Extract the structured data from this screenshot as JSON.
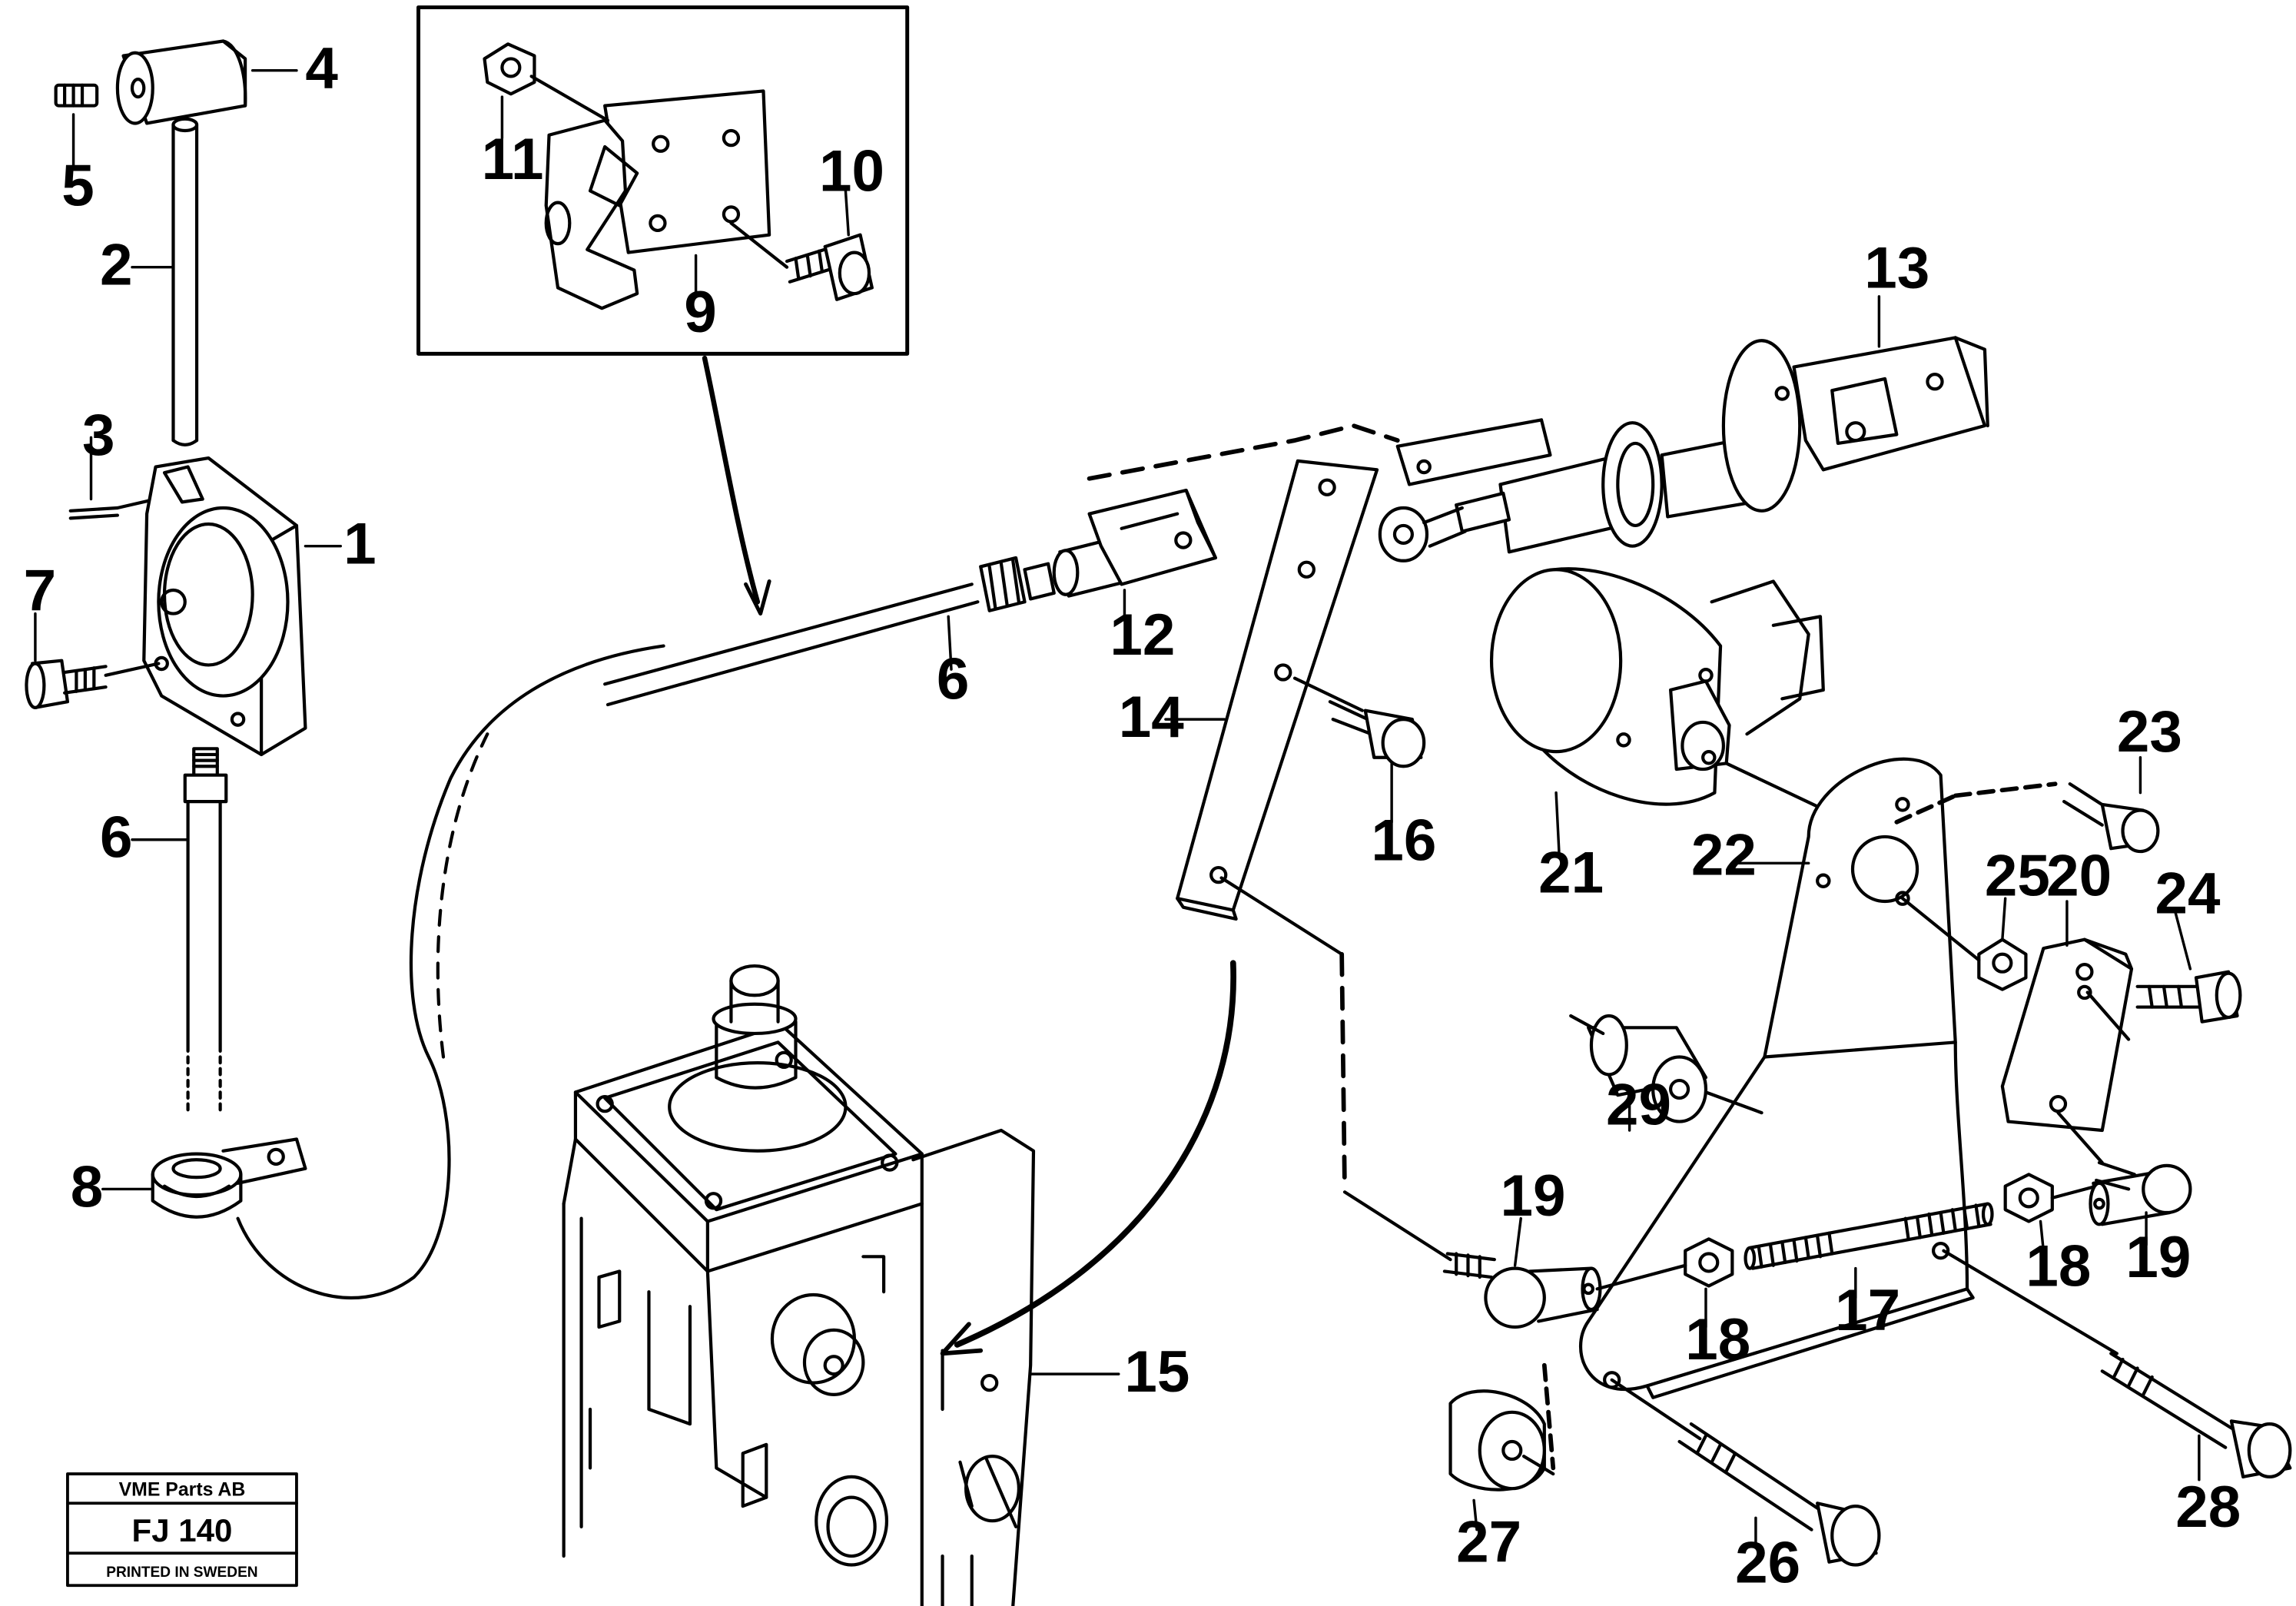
{
  "labels": {
    "l1": "1",
    "l2": "2",
    "l3": "3",
    "l4": "4",
    "l5": "5",
    "l6a": "6",
    "l6b": "6",
    "l7": "7",
    "l8": "8",
    "l9": "9",
    "l10": "10",
    "l11": "11",
    "l12": "12",
    "l13": "13",
    "l14": "14",
    "l15": "15",
    "l16": "16",
    "l17": "17",
    "l18a": "18",
    "l18b": "18",
    "l19a": "19",
    "l19b": "19",
    "l20": "20",
    "l21": "21",
    "l22": "22",
    "l23": "23",
    "l24": "24",
    "l25": "25",
    "l26": "26",
    "l27": "27",
    "l28": "28",
    "l29": "29"
  },
  "stamp": {
    "company": "VME Parts AB",
    "code": "FJ 140",
    "printed": "PRINTED IN SWEDEN"
  }
}
